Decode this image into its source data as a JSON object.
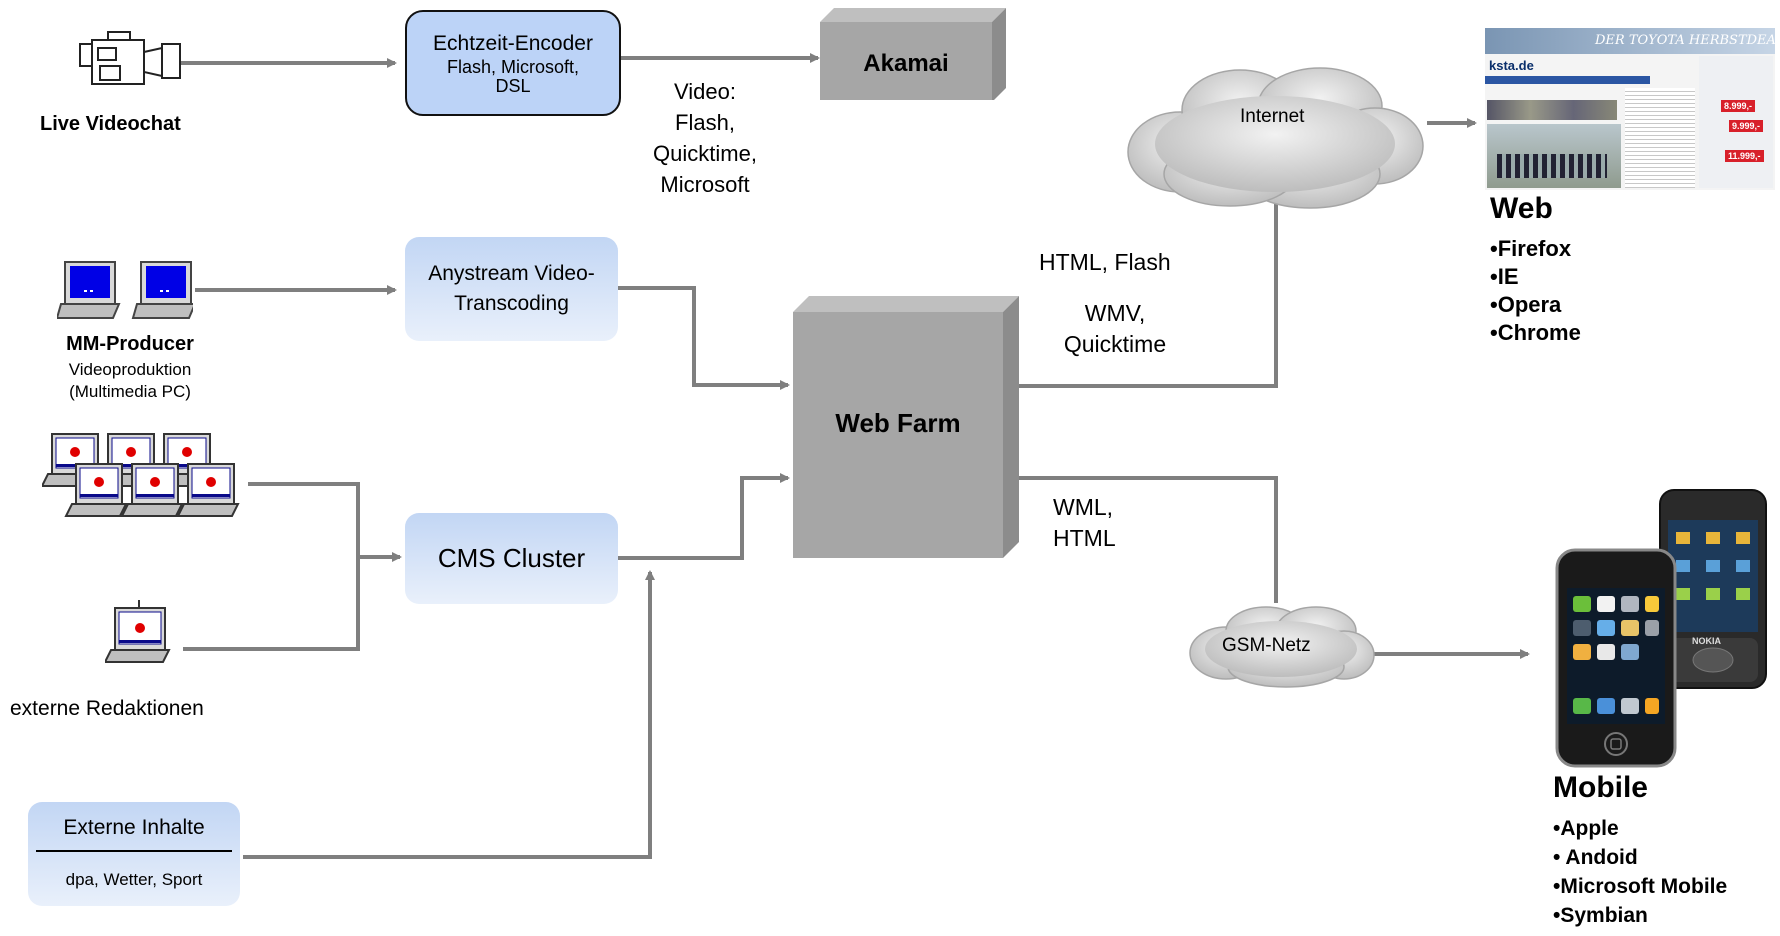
{
  "sources": {
    "live_videochat": "Live Videochat",
    "mm_producer": "MM-Producer",
    "mm_producer_sub1": "Videoproduktion",
    "mm_producer_sub2": "(Multimedia PC)",
    "externe_redaktionen": "externe Redaktionen",
    "externe_inhalte_title": "Externe Inhalte",
    "externe_inhalte_sub": "dpa,  Wetter, Sport"
  },
  "processing": {
    "echtzeit_title": "Echtzeit-Encoder",
    "echtzeit_line2": "Flash, Microsoft,",
    "echtzeit_line3": "DSL",
    "anystream_line1": "Anystream Video-",
    "anystream_line2": "Transcoding",
    "cms": "CMS Cluster",
    "akamai": "Akamai",
    "webfarm": "Web Farm"
  },
  "edge_labels": {
    "video_formats": [
      "Video:",
      "Flash,",
      "Quicktime,",
      "Microsoft"
    ],
    "html_flash": "HTML, Flash",
    "wmv_quicktime": [
      "WMV,",
      "Quicktime"
    ],
    "wml_html": [
      "WML,",
      "HTML"
    ]
  },
  "networks": {
    "internet": "Internet",
    "gsm": "GSM-Netz"
  },
  "web_screenshot": {
    "banner": "DER TOYOTA HERBSTDEAL",
    "site": "ksta.de",
    "prices": [
      "8.999,-",
      "9.999,-",
      "11.999,-"
    ]
  },
  "targets": {
    "web_title": "Web",
    "web_items": [
      "•Firefox",
      "•IE",
      "•Opera",
      "•Chrome"
    ],
    "mobile_title": "Mobile",
    "mobile_items": [
      "•Apple",
      "• Andoid",
      "•Microsoft Mobile",
      "•Symbian"
    ],
    "nokia_brand": "NOKIA"
  },
  "colors": {
    "arrow": "#7f7f7f",
    "box_gray": "#a6a6a6",
    "box_blue": "#c2d6f4"
  }
}
